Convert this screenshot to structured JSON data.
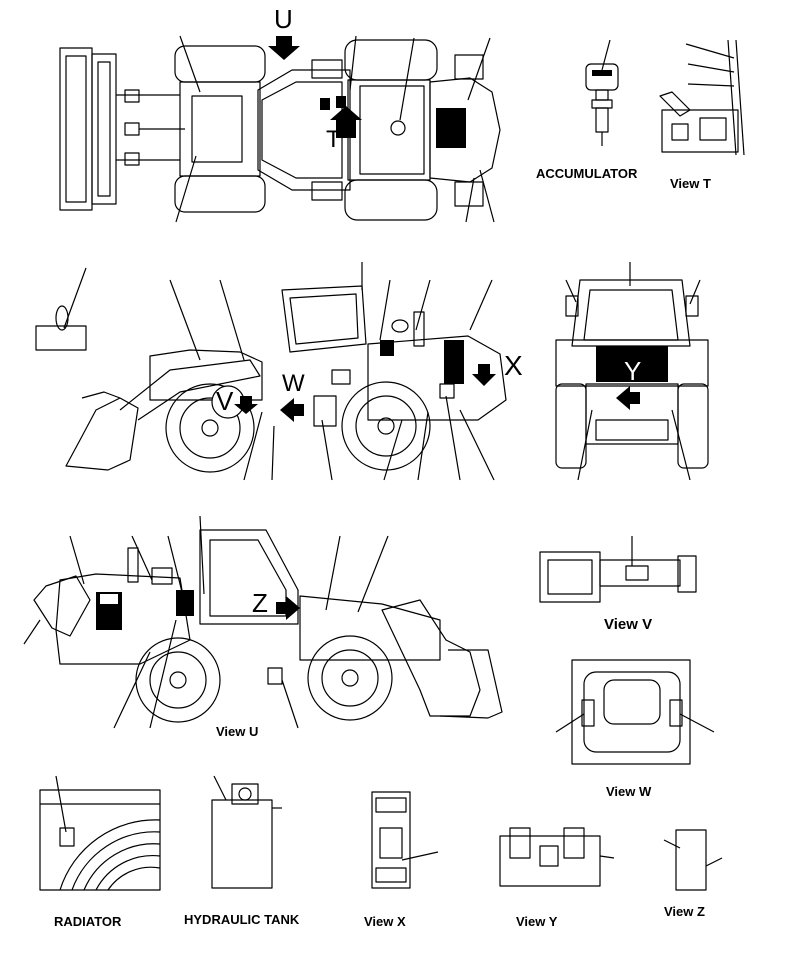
{
  "view_labels": {
    "accumulator": "ACCUMULATOR",
    "view_t": "View T",
    "view_u": "View U",
    "view_v": "View V",
    "view_w": "View W",
    "radiator": "RADIATOR",
    "hydraulic_tank": "HYDRAULIC TANK",
    "view_x": "View X",
    "view_y": "View Y",
    "view_z": "View Z"
  },
  "view_markers": {
    "u": "U",
    "t": "T",
    "v": "V",
    "w": "W",
    "x": "X",
    "y": "Y",
    "z": "Z"
  }
}
